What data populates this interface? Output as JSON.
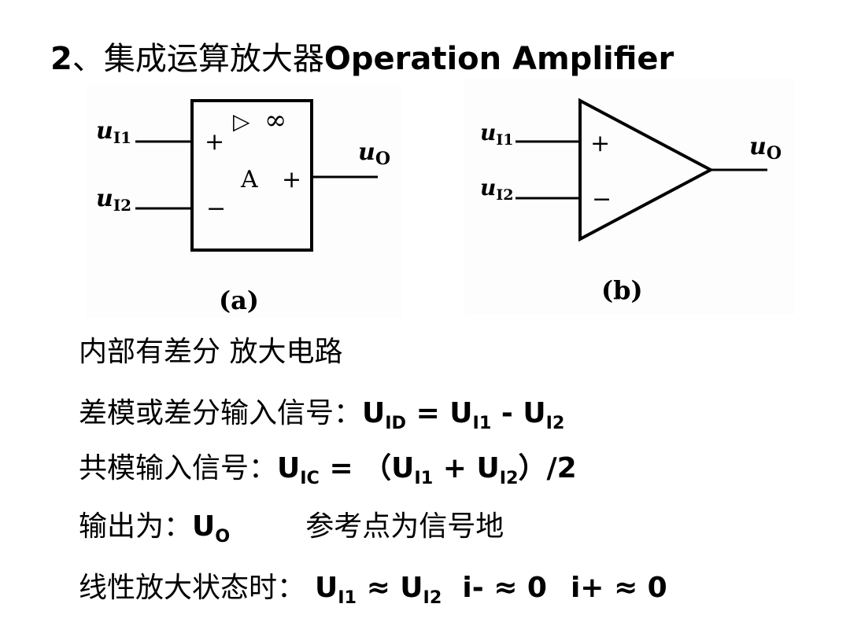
{
  "title": {
    "num": "2",
    "cn": "、集成运算放大器",
    "en": "Operation Amplifier"
  },
  "figure_a": {
    "in1": "u",
    "in1_sub": "I1",
    "in2": "u",
    "in2_sub": "I2",
    "out": "u",
    "out_sub": "O",
    "plus": "+",
    "minus": "−",
    "tri": "▷",
    "inf": "∞",
    "gain": "A",
    "out_plus": "+",
    "caption": "(a)"
  },
  "figure_b": {
    "in1": "u",
    "in1_sub": "I1",
    "in2": "u",
    "in2_sub": "I2",
    "out": "u",
    "out_sub": "O",
    "plus": "+",
    "minus": "−",
    "caption": "(b)"
  },
  "lines": {
    "l1": "内部有差分 放大电路",
    "l2": {
      "label": "差模或差分输入信号：",
      "u": "U",
      "s1": "ID",
      "eq": " = U",
      "s2": "I1",
      "mid": " - U",
      "s3": "I2"
    },
    "l3": {
      "label": "共模输入信号：",
      "u": "U",
      "s1": "IC",
      "eq": " = （U",
      "s2": "I1",
      "mid": " + U",
      "s3": "I2",
      "end": "）/2"
    },
    "l4": {
      "label": "输出为：",
      "u": "U",
      "s1": "O",
      "ref": "参考点为信号地"
    },
    "l5": {
      "label": "线性放大状态时：",
      "u": "U",
      "s1": "I1",
      "approx": " ≈ U",
      "s2": "I2",
      "t1": "i- ≈ 0",
      "t2": "i+ ≈ 0"
    }
  }
}
